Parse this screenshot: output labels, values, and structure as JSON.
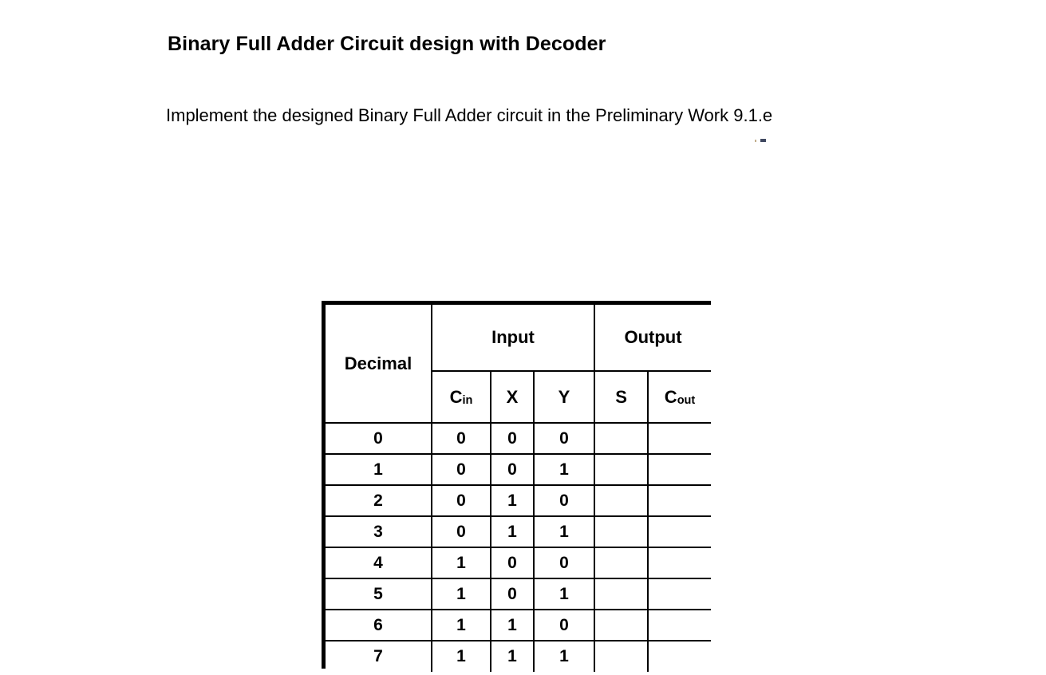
{
  "document": {
    "title": "Binary Full Adder Circuit design with Decoder",
    "instruction": "Implement the designed Binary Full Adder circuit in the Preliminary Work 9.1.e"
  },
  "truth_table": {
    "group_headers": {
      "decimal": "Decimal",
      "input": "Input",
      "output": "Output"
    },
    "signal_headers": {
      "blank": "",
      "cin_base": "C",
      "cin_sub": "in",
      "x": "X",
      "y": "Y",
      "s": "S",
      "cout_base": "C",
      "cout_sub": "out"
    },
    "rows": [
      {
        "decimal": "0",
        "cin": "0",
        "x": "0",
        "y": "0",
        "s": "",
        "cout": ""
      },
      {
        "decimal": "1",
        "cin": "0",
        "x": "0",
        "y": "1",
        "s": "",
        "cout": ""
      },
      {
        "decimal": "2",
        "cin": "0",
        "x": "1",
        "y": "0",
        "s": "",
        "cout": ""
      },
      {
        "decimal": "3",
        "cin": "0",
        "x": "1",
        "y": "1",
        "s": "",
        "cout": ""
      },
      {
        "decimal": "4",
        "cin": "1",
        "x": "0",
        "y": "0",
        "s": "",
        "cout": ""
      },
      {
        "decimal": "5",
        "cin": "1",
        "x": "0",
        "y": "1",
        "s": "",
        "cout": ""
      },
      {
        "decimal": "6",
        "cin": "1",
        "x": "1",
        "y": "0",
        "s": "",
        "cout": ""
      },
      {
        "decimal": "7",
        "cin": "1",
        "x": "1",
        "y": "1",
        "s": "",
        "cout": ""
      }
    ]
  },
  "colors": {
    "text": "#000000",
    "background": "#ffffff",
    "table_border": "#000000"
  }
}
